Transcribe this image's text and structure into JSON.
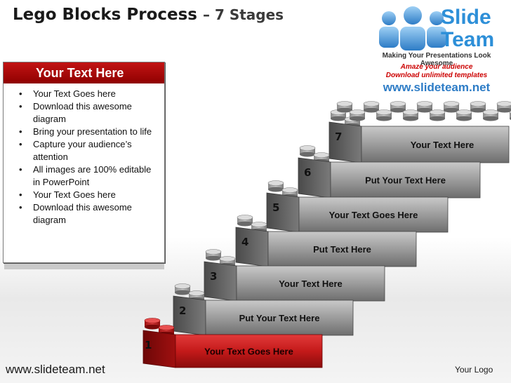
{
  "header": {
    "title": "Lego Blocks Process",
    "subtitle": "– 7 Stages"
  },
  "logo": {
    "name_line1": "Slide",
    "name_line2": "Team",
    "tagline": "Making Your Presentations Look Awesome",
    "promo_line1": "Amaze your audience",
    "promo_line2": "Download unlimited templates",
    "url": "www.slideteam.net"
  },
  "textbox": {
    "heading": "Your Text Here",
    "bullets": [
      "Your Text Goes here",
      "Download this awesome diagram",
      "Bring your presentation to life",
      "Capture your audience’s attention",
      "All images are 100% editable in PowerPoint",
      "Your Text Goes here",
      "Download this awesome diagram"
    ]
  },
  "stages": [
    {
      "number": "1",
      "label": "Your Text Goes Here"
    },
    {
      "number": "2",
      "label": "Put Your Text Here"
    },
    {
      "number": "3",
      "label": "Your Text Here"
    },
    {
      "number": "4",
      "label": "Put Text Here"
    },
    {
      "number": "5",
      "label": "Your Text Goes Here"
    },
    {
      "number": "6",
      "label": "Put Your Text Here"
    },
    {
      "number": "7",
      "label": "Your Text Here"
    }
  ],
  "colors": {
    "first_stage": "#c41a1a",
    "other_stages": "#8a8a8a",
    "heading_band": "#b00000",
    "logo_blue": "#2d8fd8"
  },
  "footer": {
    "url": "www.slideteam.net",
    "logo_text": "Your Logo"
  }
}
